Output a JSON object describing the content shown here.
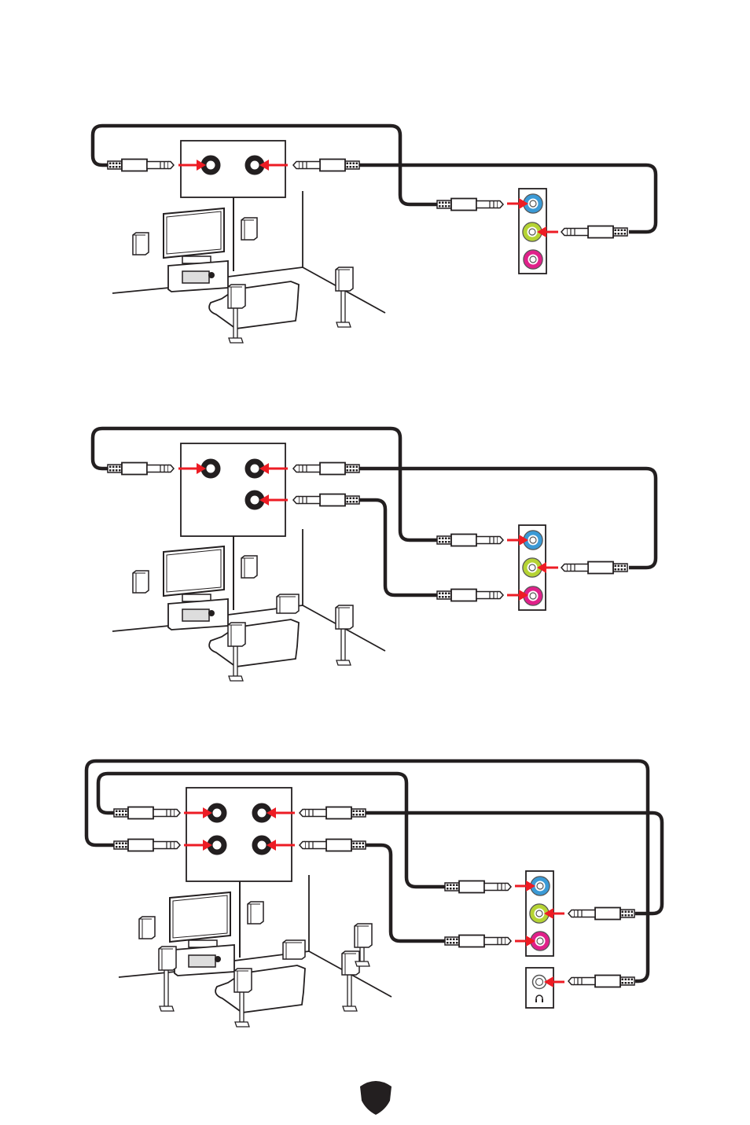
{
  "colors": {
    "cable": "#231f20",
    "arrow": "#ed1c24",
    "jack_blue": "#3b9ad6",
    "jack_green": "#b5d334",
    "jack_pink": "#e0218a",
    "jack_headphone": "#ffffff",
    "amp_jack": "#231f20",
    "logo": "#231f20"
  },
  "diagrams": [
    {
      "amp_jacks": 2,
      "panel_jacks": [
        "jack_blue",
        "jack_green",
        "jack_pink"
      ],
      "headphone_panel": false
    },
    {
      "amp_jacks": 3,
      "panel_jacks": [
        "jack_blue",
        "jack_green",
        "jack_pink"
      ],
      "headphone_panel": false
    },
    {
      "amp_jacks": 4,
      "panel_jacks": [
        "jack_blue",
        "jack_green",
        "jack_pink"
      ],
      "headphone_panel": true
    }
  ],
  "logo": {
    "icon": "shield-icon"
  }
}
